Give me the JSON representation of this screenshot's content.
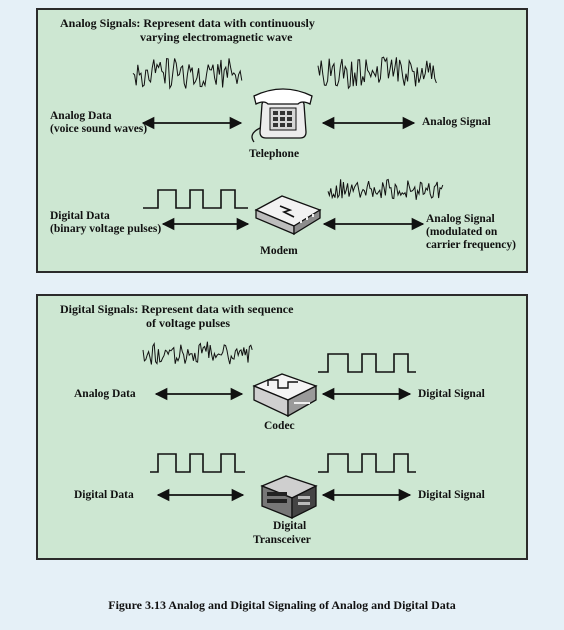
{
  "analog_panel": {
    "title_line1": "Analog Signals: Represent data with continuously",
    "title_line2": "varying electromagnetic wave",
    "row1": {
      "left_line1": "Analog Data",
      "left_line2": "(voice sound waves)",
      "device": "Telephone",
      "right_line1": "Analog Signal"
    },
    "row2": {
      "left_line1": "Digital Data",
      "left_line2": "(binary voltage pulses)",
      "device": "Modem",
      "right_line1": "Analog Signal",
      "right_line2": "(modulated on",
      "right_line3": "carrier frequency)"
    }
  },
  "digital_panel": {
    "title_line1": "Digital Signals: Represent data with sequence",
    "title_line2": "of voltage pulses",
    "row1": {
      "left_line1": "Analog Data",
      "device": "Codec",
      "right_line1": "Digital Signal"
    },
    "row2": {
      "left_line1": "Digital Data",
      "device_line1": "Digital",
      "device_line2": "Transceiver",
      "right_line1": "Digital Signal"
    }
  },
  "caption": "Figure  3.13 Analog and Digital Signaling of Analog and Digital Data",
  "colors": {
    "panel": "#cde7d2",
    "page": "#e5f0f7",
    "ink": "#111111"
  },
  "icons": [
    "telephone-icon",
    "modem-icon",
    "codec-icon",
    "digital-transceiver-icon"
  ]
}
